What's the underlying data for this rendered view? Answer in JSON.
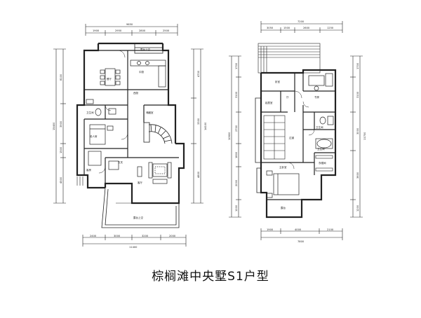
{
  "caption": "棕榈滩中央墅S1户型",
  "plans": {
    "ground": {
      "room_labels": {
        "terrace_n": "露台上空",
        "kitchen": "中厨",
        "dining": "餐厅",
        "western_kitchen": "西厨",
        "bath": "卫生间",
        "elderly_room": "老人房",
        "guest_room": "客房",
        "storage": "储藏室",
        "living": "客厅",
        "entry": "玄关",
        "terrace_s": "露台上空"
      },
      "dims_top": [
        "1900",
        "2950",
        "2800",
        "2500"
      ],
      "dim_top_total": "9650",
      "dims_bottom": [
        "2400",
        "3000",
        "3200",
        "2000"
      ],
      "dim_bottom_total": "11400",
      "dims_left": [
        "8100",
        "3900",
        "1500",
        "4500"
      ],
      "dims_right": [
        "4700",
        "3300",
        "4800"
      ],
      "dim_left_total": "15400",
      "dim_right_total": "14100"
    },
    "upper": {
      "room_labels": {
        "bedroom_n": "卧室",
        "study": "书房",
        "lounge": "起居室",
        "hall": "厅",
        "bath_n": "卫生间",
        "corridor": "过道",
        "master_bath": "卫生间",
        "master": "主卧室",
        "closet": "衣帽间",
        "terrace": "露台"
      },
      "dims_top": [
        "3050",
        "1500",
        "2600",
        "1250"
      ],
      "dim_top_total": "7200",
      "dims_bottom": [
        "1900",
        "4000",
        "2100"
      ],
      "dim_bottom_total": "7800",
      "dims_left": [
        "1700",
        "3100",
        "2700",
        "1800",
        "2000",
        "1200"
      ],
      "dims_right": [
        "1700",
        "3100",
        "3000",
        "3600",
        "1200"
      ],
      "dim_left_total": "10600",
      "dim_right_total": "11700"
    }
  }
}
